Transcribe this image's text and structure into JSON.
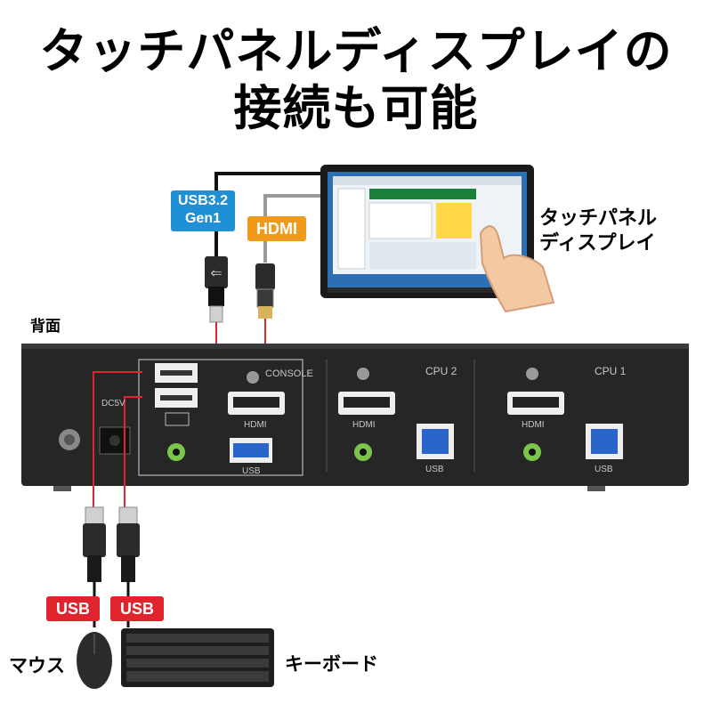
{
  "headline": {
    "line1": "タッチパネルディスプレイの",
    "line2": "接続も可能"
  },
  "labels": {
    "back": "背面",
    "touch_display_line1": "タッチパネル",
    "touch_display_line2": "ディスプレイ",
    "mouse": "マウス",
    "keyboard": "キーボード"
  },
  "cable_tags": {
    "usb32_line1": "USB3.2",
    "usb32_line2": "Gen1",
    "hdmi": "HDMI",
    "usb_left": "USB",
    "usb_right": "USB"
  },
  "device_panel": {
    "console": "CONSOLE",
    "cpu2": "CPU 2",
    "cpu1": "CPU 1",
    "dc5v": "DC5V",
    "hdmi_console": "HDMI",
    "hdmi_cpu2": "HDMI",
    "hdmi_cpu1": "HDMI",
    "usb_console": "USB",
    "usb_cpu2": "USB",
    "usb_cpu1": "USB"
  },
  "colors": {
    "usb32_tag": "#1f8fd6",
    "hdmi_tag": "#ef9a1a",
    "usb_tag": "#e0242d",
    "device_body": "#222222"
  }
}
